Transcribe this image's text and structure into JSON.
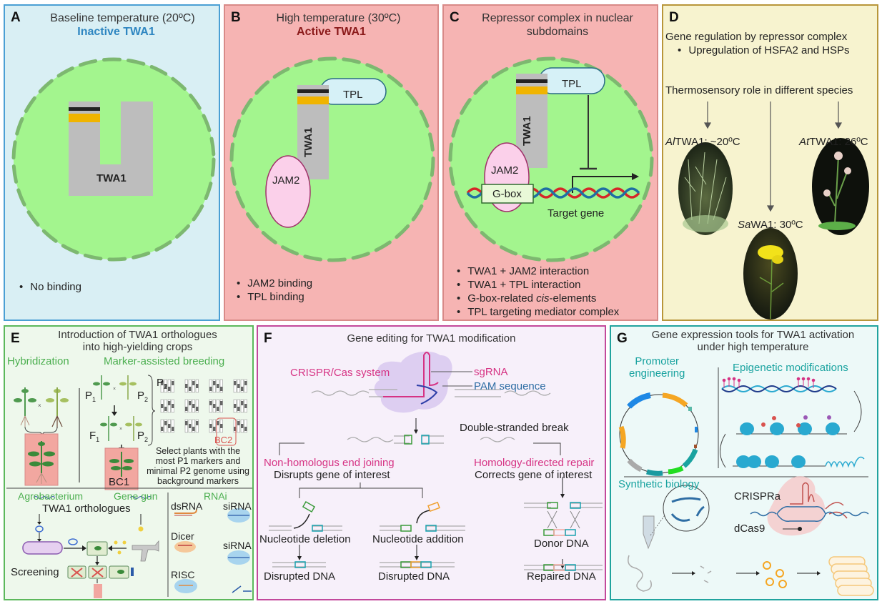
{
  "panels": {
    "A": {
      "label": "A",
      "title": "Baseline temperature (20ºC)",
      "subtitle": "Inactive TWA1",
      "protein": "TWA1",
      "bullets": [
        "No binding"
      ],
      "colors": {
        "background": "#d9eff4",
        "border": "#2e86c1",
        "subtitle": "#2e86c1"
      }
    },
    "B": {
      "label": "B",
      "title": "High temperature (30ºC)",
      "subtitle": "Active TWA1",
      "proteins": {
        "twa1": "TWA1",
        "tpl": "TPL",
        "jam2": "JAM2"
      },
      "bullets": [
        "JAM2 binding",
        "TPL binding"
      ],
      "colors": {
        "background": "#f6b4b3",
        "border": "#c0504d",
        "subtitle": "#8b1a1a"
      }
    },
    "C": {
      "label": "C",
      "title_line1": "Repressor complex in nuclear",
      "title_line2": "subdomains",
      "proteins": {
        "twa1": "TWA1",
        "tpl": "TPL",
        "jam2": "JAM2",
        "gbox": "G-box",
        "target": "Target gene"
      },
      "bullets": [
        "TWA1 + JAM2 interaction",
        "TWA1 + TPL interaction",
        "G-box-related cis-elements",
        "TPL targeting mediator complex"
      ],
      "bullet3_italic": "cis",
      "bullet3_pre": "G-box-related ",
      "bullet3_post": "-elements"
    },
    "D": {
      "label": "D",
      "heading": "Gene regulation by repressor complex",
      "bullet": "Upregulation of HSFA2 and HSPs",
      "subheading": "Thermosensory role in different species",
      "species": [
        {
          "prefix": "Al",
          "name": "TWA1: ~20ºC"
        },
        {
          "prefix": "At",
          "name": "TWA1: 26ºC"
        },
        {
          "prefix": "Sa",
          "name": "WA1: 30ºC"
        }
      ],
      "colors": {
        "background": "#f7f3cf",
        "border": "#b8963a"
      }
    },
    "E": {
      "label": "E",
      "title_line1": "Introduction of TWA1 orthologues",
      "title_line2": "into high-yielding crops",
      "hybridization": "Hybridization",
      "marker_assisted": "Marker-assisted breeding",
      "parents": {
        "p1": "P1",
        "p2": "P2",
        "f1": "F1"
      },
      "bc1": "BC1",
      "bc2": "BC2",
      "select_text": [
        "Select plants with the",
        "most P1 markers and",
        "minimal P2 genome using",
        "background markers"
      ],
      "agrobacterium": "Agrobacterium",
      "gene_gun": "Gene gun",
      "orthologues": "TWA1 orthologues",
      "screening": "Screening",
      "rnai": "RNAi",
      "rnai_items": [
        "dsRNA",
        "Dicer",
        "RISC",
        "siRNA",
        "siRNA"
      ],
      "colors": {
        "background": "#eef8ec",
        "border": "#4caf50",
        "green_text": "#4caf50"
      }
    },
    "F": {
      "label": "F",
      "title": "Gene editing for TWA1 modification",
      "crispr": "CRISPR/Cas system",
      "sgrna": "sgRNA",
      "pam": "PAM sequence",
      "dsb": "Double-stranded break",
      "nhej": "Non-homologus end joining",
      "nhej_desc": "Disrupts gene of interest",
      "hdr": "Homology-directed repair",
      "hdr_desc": "Corrects gene of interest",
      "deletion": "Nucleotide deletion",
      "addition": "Nucleotide addition",
      "donor": "Donor DNA",
      "disrupted1": "Disrupted DNA",
      "disrupted2": "Disrupted DNA",
      "repaired": "Repaired DNA",
      "colors": {
        "background": "#f7f0fa",
        "border": "#c2489b",
        "magenta": "#d63384",
        "blue": "#2e6da4"
      }
    },
    "G": {
      "label": "G",
      "title_line1": "Gene expression tools for TWA1 activation",
      "title_line2": "under high temperature",
      "promoter_line1": "Promoter",
      "promoter_line2": "engineering",
      "epigenetic": "Epigenetic modifications",
      "synthetic": "Synthetic biology",
      "crispra": "CRISPRa",
      "dcas9": "dCas9",
      "colors": {
        "background": "#edf9f8",
        "border": "#20a39e",
        "teal_text": "#1aa3a0"
      }
    }
  }
}
